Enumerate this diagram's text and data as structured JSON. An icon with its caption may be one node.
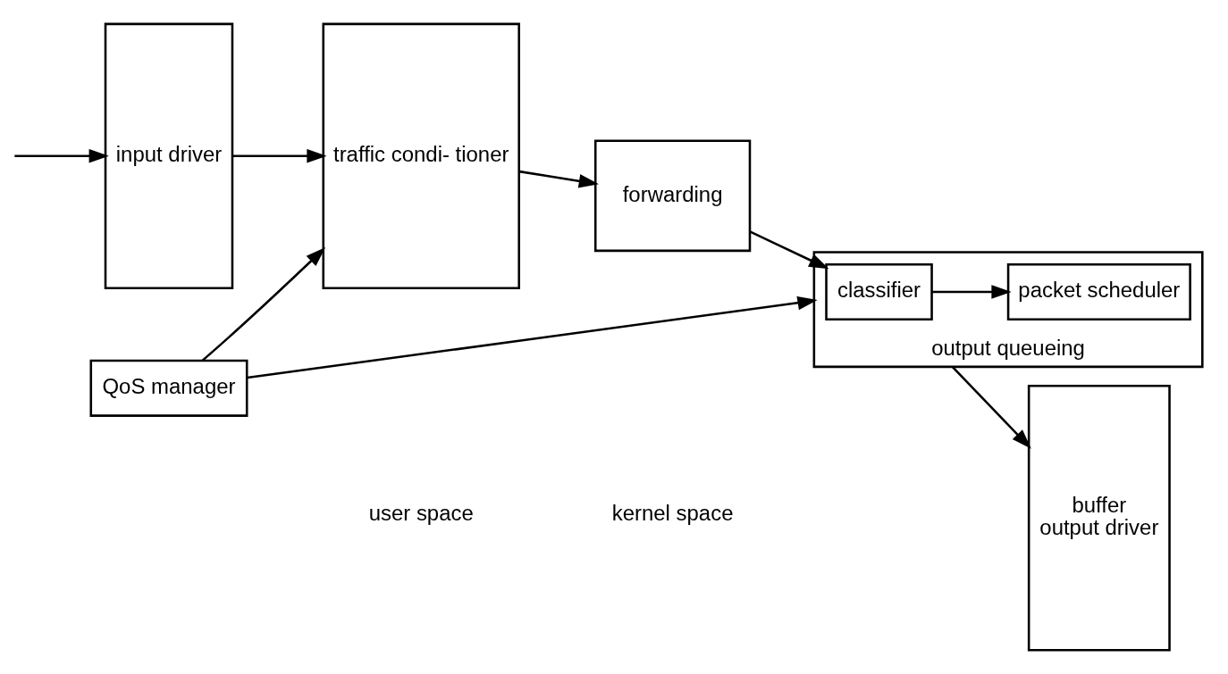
{
  "diagram": {
    "nodes": [
      {
        "text": [
          "QoS manager"
        ]
      },
      {
        "text": [
          "input driver"
        ]
      },
      {
        "text": [
          "traffic condi- tioner"
        ]
      },
      {
        "text": [
          "forwarding"
        ]
      },
      {
        "text": [
          "output queueing"
        ]
      },
      {
        "text": [
          "classifier"
        ],
        "in": 4
      },
      {
        "text": [
          "packet scheduler"
        ],
        "in": 4
      },
      {
        "text": [
          "buffer",
          "output driver"
        ]
      }
    ],
    "edges": [
      {
        "from": null,
        "to": 1,
        "arrow": "to"
      },
      {
        "from": 1,
        "to": 2,
        "arrow": "to"
      },
      {
        "from": 2,
        "to": 3,
        "arrow": "to"
      },
      {
        "from": 3,
        "to": 5,
        "arrow": "to"
      },
      {
        "from": 5,
        "to": 6,
        "arrow": "to"
      },
      {
        "from": 4,
        "to": 7,
        "arrow": "to"
      },
      {
        "from": 0,
        "to": 2,
        "arrow": "to"
      },
      {
        "from": 0,
        "to": 4,
        "arrow": "to"
      }
    ],
    "labels": [
      "user space",
      "kernel space"
    ]
  }
}
